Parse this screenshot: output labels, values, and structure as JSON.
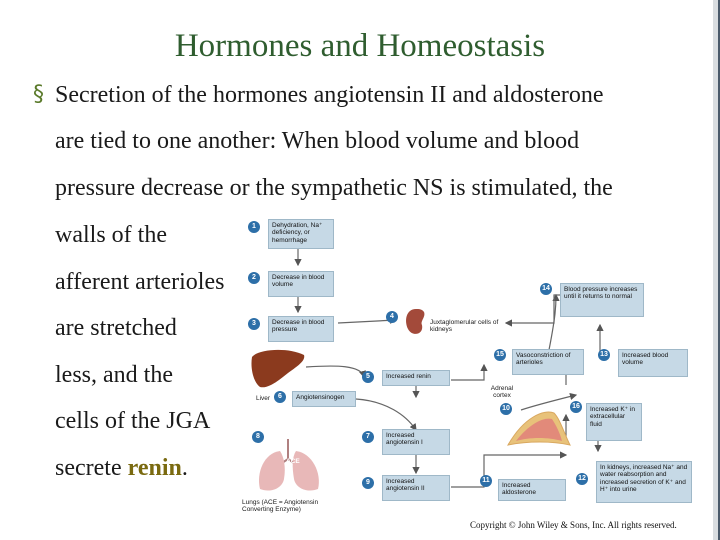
{
  "slide": {
    "title": "Hormones and Homeostasis",
    "bullet_symbol": "§",
    "lines": [
      "Secretion of the hormones angiotensin II and aldosterone",
      "are tied to one another: When blood volume and blood",
      "pressure decrease or the sympathetic NS is stimulated, the",
      "walls of the",
      "afferent arterioles",
      "are stretched",
      "less, and the",
      "cells of the JGA"
    ],
    "last_line_prefix": "secrete ",
    "last_line_highlight": "renin",
    "last_line_suffix": ".",
    "copyright": "Copyright © John Wiley & Sons, Inc. All rights reserved."
  },
  "diagram": {
    "steps": [
      {
        "n": "1",
        "text": "Dehydration, Na⁺ deficiency, or hemorrhage"
      },
      {
        "n": "2",
        "text": "Decrease in blood volume"
      },
      {
        "n": "3",
        "text": "Decrease in blood pressure"
      },
      {
        "n": "4",
        "text": "Juxtaglomerular cells of kidneys"
      },
      {
        "n": "5",
        "text": "Increased renin"
      },
      {
        "n": "6",
        "text": "Angiotensinogen"
      },
      {
        "n": "7",
        "text": "Increased angiotensin I"
      },
      {
        "n": "8",
        "text": "ACE"
      },
      {
        "n": "9",
        "text": "Increased angiotensin II"
      },
      {
        "n": "10",
        "text": "Adrenal cortex"
      },
      {
        "n": "11",
        "text": "Increased aldosterone"
      },
      {
        "n": "12",
        "text": "In kidneys, increased Na⁺ and water reabsorption and increased secretion of K⁺ and H⁺ into urine"
      },
      {
        "n": "13",
        "text": "Increased blood volume"
      },
      {
        "n": "14",
        "text": "Blood pressure increases until it returns to normal"
      },
      {
        "n": "15",
        "text": "Vasoconstriction of arterioles"
      },
      {
        "n": "16",
        "text": "Increased K⁺ in extracellular fluid"
      }
    ],
    "liver_label": "Liver",
    "lungs_label": "Lungs (ACE = Angiotensin Converting Enzyme)",
    "ace_label": "ACE"
  }
}
